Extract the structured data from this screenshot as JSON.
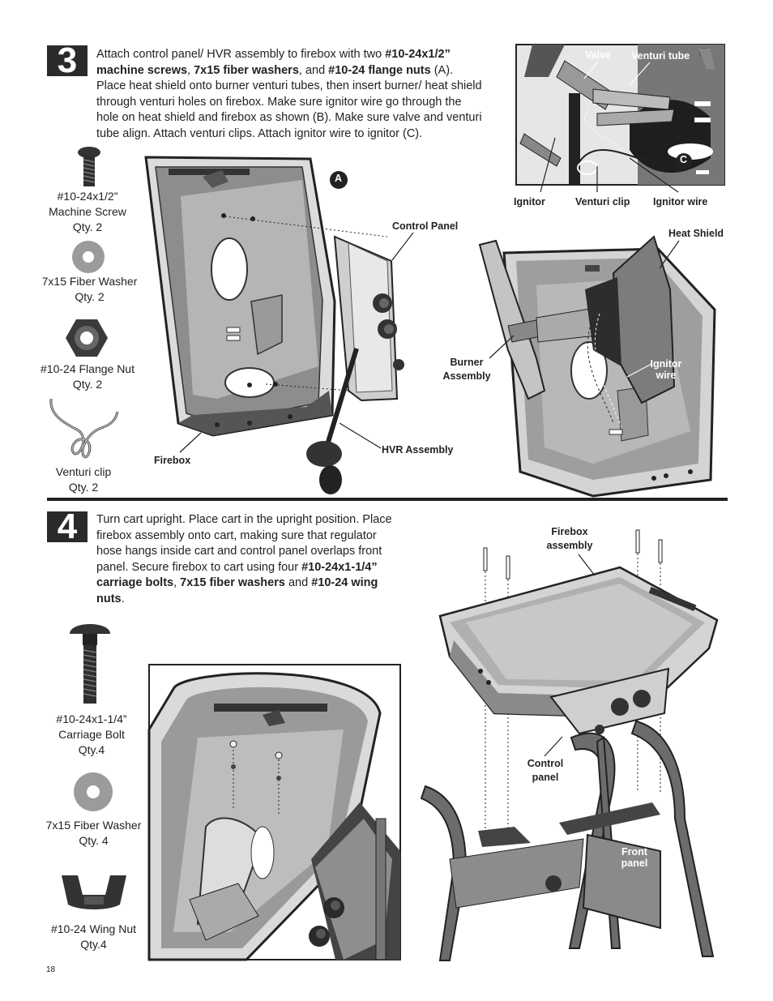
{
  "step3": {
    "number": "3",
    "instructions": [
      {
        "t": "Attach control panel/ HVR assembly to firebox with two ",
        "b": false
      },
      {
        "t": "#10-24x1/2” machine screws",
        "b": true
      },
      {
        "t": ", ",
        "b": false
      },
      {
        "t": "7x15 fiber washers",
        "b": true
      },
      {
        "t": ", and ",
        "b": false
      },
      {
        "t": "#10-24 flange nuts",
        "b": true
      },
      {
        "t": " (A). Place heat shield onto burner venturi tubes, then insert burner/ heat shield through venturi holes on firebox. Make sure ignitor wire go through the hole on heat shield and firebox as shown (B). Make sure valve and venturi tube align. Attach venturi clips. Attach ignitor wire to ignitor (C).",
        "b": false
      }
    ],
    "parts": [
      {
        "name": "#10-24x1/2”",
        "line2": "Machine Screw",
        "qty": "Qty. 2"
      },
      {
        "name": "7x15 Fiber Washer",
        "line2": "",
        "qty": "Qty. 2"
      },
      {
        "name": "#10-24 Flange Nut",
        "line2": "",
        "qty": "Qty. 2"
      },
      {
        "name": "Venturi clip",
        "line2": "",
        "qty": "Qty. 2"
      }
    ],
    "callouts": {
      "a": "A",
      "c": "C",
      "valve": "Valve",
      "venturi_tube": "Venturi tube",
      "ignitor": "Ignitor",
      "venturi_clip": "Venturi clip",
      "ignitor_wire": "Ignitor wire",
      "control_panel": "Control Panel",
      "heat_shield": "Heat Shield",
      "burner_assembly": "Burner Assembly",
      "ignitor_wire_b": "Ignitor wire",
      "firebox": "Firebox",
      "hvr_assembly": "HVR Assembly"
    }
  },
  "step4": {
    "number": "4",
    "instructions": [
      {
        "t": "Turn cart upright. Place cart in the upright position. Place firebox assembly onto cart, making sure that regulator hose hangs inside cart and control panel overlaps front panel. Secure firebox to cart using four ",
        "b": false
      },
      {
        "t": "#10-24x1-1/4” carriage bolts",
        "b": true
      },
      {
        "t": ", ",
        "b": false
      },
      {
        "t": "7x15 fiber washers",
        "b": true
      },
      {
        "t": " and ",
        "b": false
      },
      {
        "t": "#10-24 wing nuts",
        "b": true
      },
      {
        "t": ".",
        "b": false
      }
    ],
    "parts": [
      {
        "name": "#10-24x1-1/4”",
        "line2": "Carriage Bolt",
        "qty": "Qty.4"
      },
      {
        "name": "7x15 Fiber Washer",
        "line2": "",
        "qty": "Qty. 4"
      },
      {
        "name": "#10-24 Wing Nut",
        "line2": "",
        "qty": "Qty.4"
      }
    ],
    "callouts": {
      "firebox_assembly": "Firebox assembly",
      "control_panel": "Control panel",
      "front_panel": "Front panel"
    }
  },
  "page_number": "18"
}
